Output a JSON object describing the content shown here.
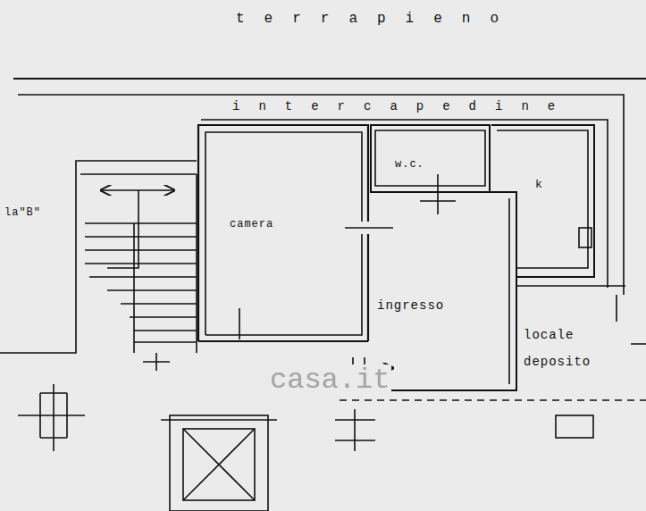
{
  "diagram": {
    "labels": [
      "terrapieno",
      "intercapedine",
      "la\"B\"",
      "camera",
      "w.c.",
      "k",
      "ingresso",
      "locale deposito",
      "casa.it"
    ]
  }
}
